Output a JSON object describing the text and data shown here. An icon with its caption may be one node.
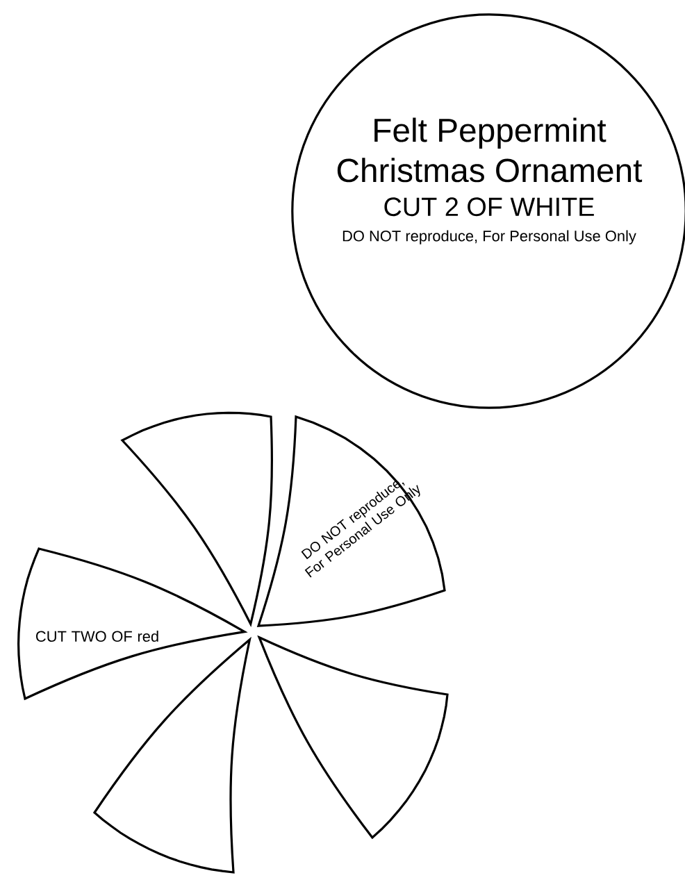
{
  "diagram": {
    "nodes": [
      {
        "text": [
          "Felt Peppermint Christmas Ornament",
          "CUT 2 OF WHITE",
          "DO NOT reproduce, For Personal Use Only"
        ]
      },
      {
        "text": [],
        "shape": "wedge"
      },
      {
        "text": [
          "DO NOT reproduce, For Personal Use Only"
        ]
      },
      {
        "text": [],
        "shape": "wedge"
      },
      {
        "text": [],
        "shape": "wedge"
      },
      {
        "text": [
          "CUT TWO OF red"
        ]
      }
    ]
  }
}
